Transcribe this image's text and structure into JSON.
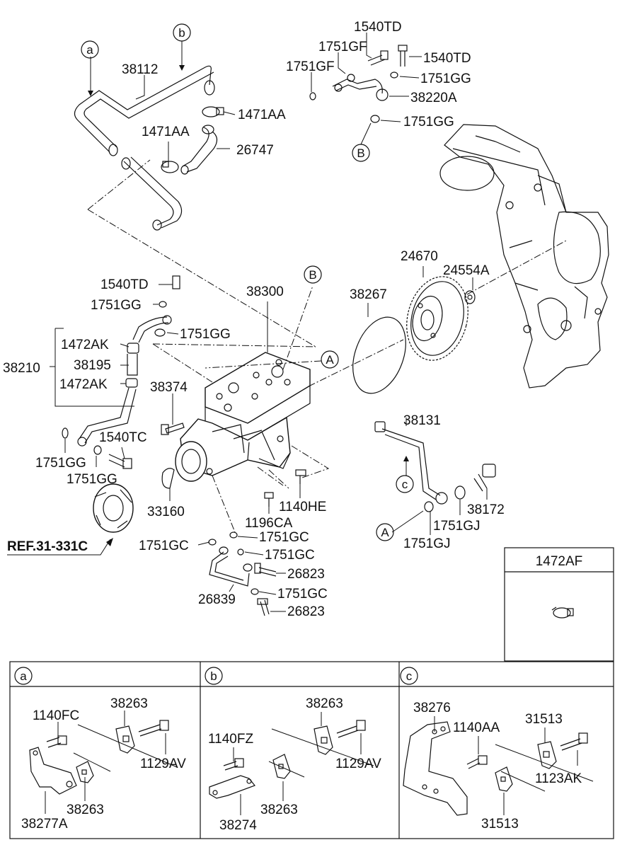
{
  "callouts": {
    "top_left": [
      "38112",
      "1471AA",
      "1471AA",
      "26747"
    ],
    "top_right": [
      "1540TD",
      "1751GF",
      "1751GF",
      "1540TD",
      "1751GG",
      "38220A",
      "1751GG"
    ],
    "middle": [
      "1540TD",
      "1751GG",
      "1751GG",
      "38300",
      "38267",
      "24670",
      "24554A",
      "1472AK",
      "38210",
      "38195",
      "1472AK",
      "38374",
      "38131",
      "1751GG",
      "1540TC",
      "1751GG",
      "33160",
      "1196CA",
      "1140HE",
      "38172",
      "1751GJ",
      "1751GJ",
      "1751GC",
      "1751GC",
      "1751GC",
      "26823",
      "26839",
      "1751GC",
      "26823"
    ],
    "ref_label": "REF.31-331C"
  },
  "markers": {
    "a": "a",
    "b": "b",
    "c": "c",
    "A": "A",
    "B": "B"
  },
  "inset": {
    "title": "1472AF"
  },
  "panels": {
    "a": {
      "letter": "a",
      "labels": [
        "1140FC",
        "38263",
        "1129AV",
        "38263",
        "38277A"
      ]
    },
    "b": {
      "letter": "b",
      "labels": [
        "38263",
        "1140FZ",
        "1129AV",
        "38263",
        "38274"
      ]
    },
    "c": {
      "letter": "c",
      "labels": [
        "38276",
        "1140AA",
        "31513",
        "1123AK",
        "31513"
      ]
    }
  }
}
